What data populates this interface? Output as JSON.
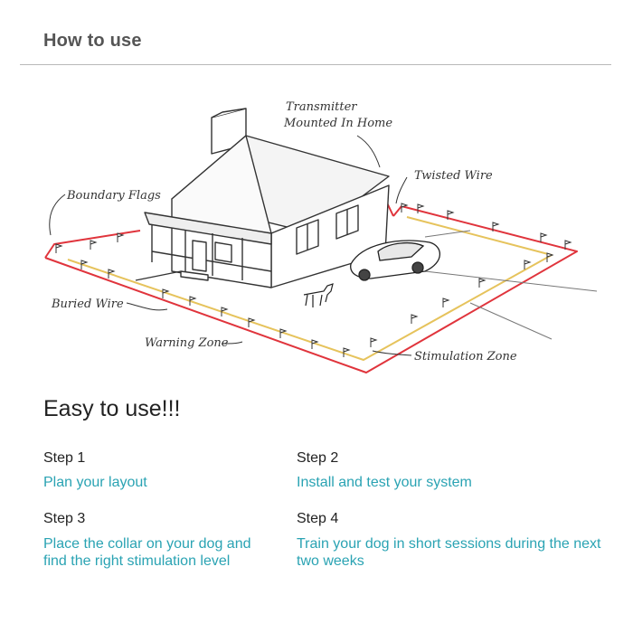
{
  "header": {
    "title": "How to use"
  },
  "diagram": {
    "labels": {
      "transmitter": [
        "Transmitter",
        "Mounted In Home"
      ],
      "twisted_wire": "Twisted Wire",
      "boundary_flags": "Boundary Flags",
      "buried_wire": "Buried Wire",
      "warning_zone": "Warning Zone",
      "stimulation_zone": "Stimulation Zone"
    },
    "colors": {
      "boundary_wire": "#e0343c",
      "warning_zone": "#e6c35c",
      "sketch": "#333333"
    }
  },
  "main": {
    "title": "Easy to use!!!",
    "steps": [
      {
        "number": "Step 1",
        "text": "Plan your layout"
      },
      {
        "number": "Step 2",
        "text": "Install and test your system"
      },
      {
        "number": "Step 3",
        "text": "Place the collar on your dog and find the right stimulation level"
      },
      {
        "number": "Step 4",
        "text": "Train your dog in short sessions during the next two weeks"
      }
    ]
  },
  "colors": {
    "accent": "#2aa3b3",
    "header_text": "#555555",
    "rule": "#b9b9b9"
  }
}
